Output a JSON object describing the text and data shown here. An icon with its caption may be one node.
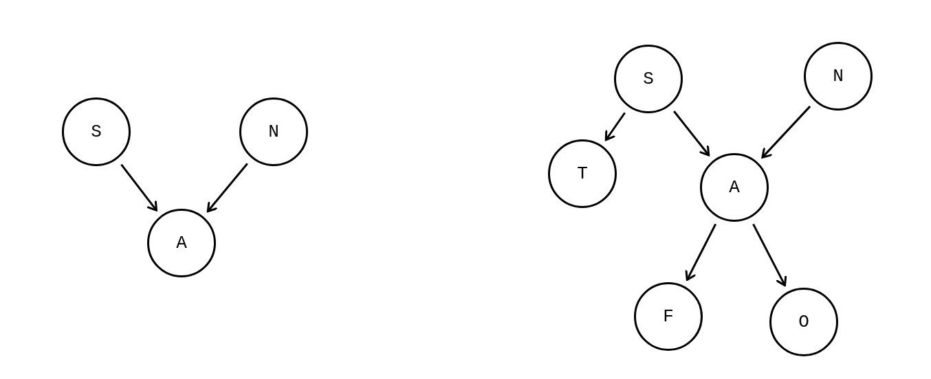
{
  "diagram": {
    "nodes": [
      {
        "text": [
          "S"
        ]
      },
      {
        "text": [
          "N"
        ]
      },
      {
        "text": [
          "A"
        ]
      },
      {
        "text": [
          "S"
        ]
      },
      {
        "text": [
          "N"
        ]
      },
      {
        "text": [
          "T"
        ]
      },
      {
        "text": [
          "A"
        ]
      },
      {
        "text": [
          "F"
        ]
      },
      {
        "text": [
          "O"
        ]
      }
    ],
    "edges": [
      {
        "from": 0,
        "to": 2,
        "arrow": "to"
      },
      {
        "from": 1,
        "to": 2,
        "arrow": "to"
      },
      {
        "from": 3,
        "to": 5,
        "arrow": "to"
      },
      {
        "from": 3,
        "to": 6,
        "arrow": "to"
      },
      {
        "from": 4,
        "to": 6,
        "arrow": "to"
      },
      {
        "from": 6,
        "to": 7,
        "arrow": "to"
      },
      {
        "from": 6,
        "to": 8,
        "arrow": "to"
      }
    ]
  }
}
